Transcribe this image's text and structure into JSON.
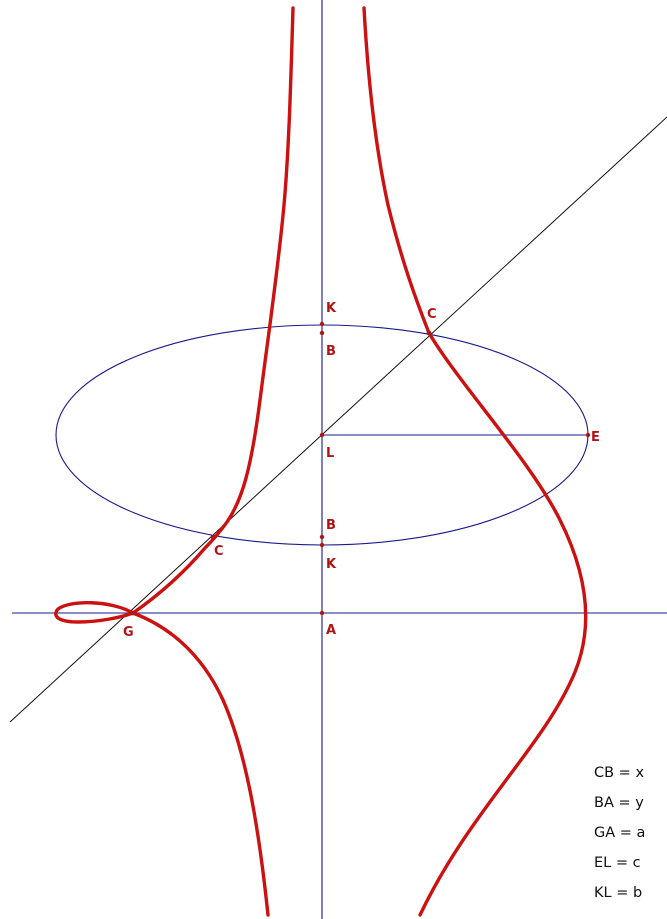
{
  "colors": {
    "curve": "#cc1111",
    "axes": "#1a1a8c",
    "ellipse": "#1a1a8c",
    "diagonal": "#111111",
    "label": "#b01515",
    "point": "#b01515"
  },
  "points": {
    "K_top": "K",
    "B_top": "B",
    "C_right": "C",
    "L": "L",
    "E": "E",
    "B_bottom": "B",
    "C_left": "C",
    "K_bottom": "K",
    "G": "G",
    "A": "A"
  },
  "legend": [
    "CB = x",
    "BA = y",
    "GA = a",
    "EL = c",
    "KL = b"
  ]
}
